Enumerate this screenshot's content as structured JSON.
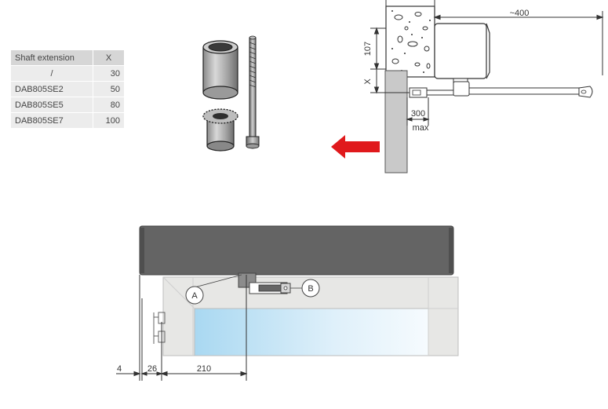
{
  "table": {
    "headers": [
      "Shaft extension",
      "X"
    ],
    "rows": [
      [
        "/",
        "30"
      ],
      [
        "DAB805SE2",
        "50"
      ],
      [
        "DAB805SE5",
        "80"
      ],
      [
        "DAB805SE7",
        "100"
      ]
    ]
  },
  "side_view": {
    "dim_length": "~400",
    "dim_height": "107",
    "dim_x": "X",
    "dim_arm": "300",
    "dim_arm_unit": "max"
  },
  "top_view": {
    "callout_a": "A",
    "callout_b": "B",
    "dim_edge": "4",
    "dim_frame": "26",
    "dim_offset": "210"
  },
  "colors": {
    "arrow": "#e0191c",
    "operator_body": "#646464",
    "glass": "#bfe0f2",
    "frame": "#dcdcda"
  }
}
